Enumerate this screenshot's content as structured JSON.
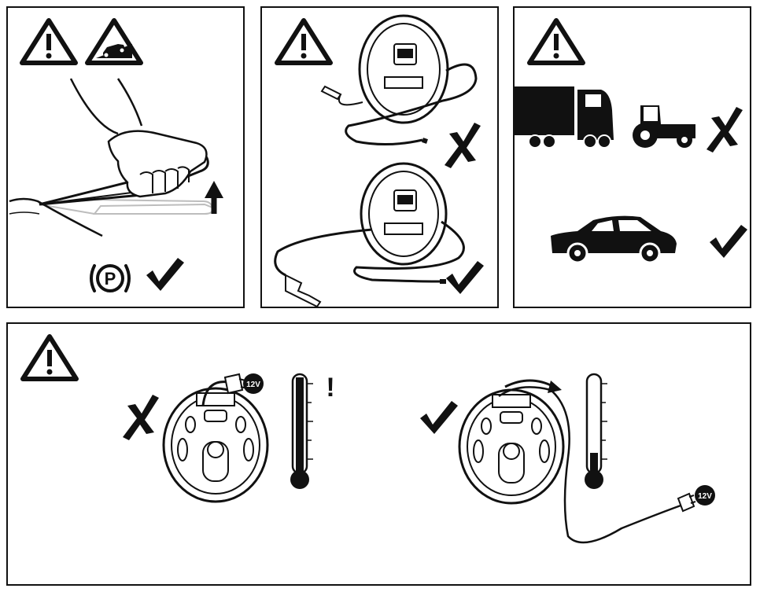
{
  "colors": {
    "ink": "#111111",
    "paper": "#ffffff",
    "ghost": "#bdbdbd"
  },
  "icons": [
    "warning-triangle-icon",
    "car-on-slope-warning-icon",
    "parking-brake-icon",
    "check-mark-icon",
    "cross-mark-icon",
    "truck-icon",
    "tractor-icon",
    "car-icon",
    "thermometer-icon",
    "exclamation-icon",
    "power-plug-icon"
  ],
  "labels": {
    "parking_brake": "P",
    "voltage_left": "12V",
    "voltage_right": "12V",
    "alert": "!"
  },
  "thermometers": {
    "overheating_level": 1.0,
    "normal_level": 0.2
  }
}
